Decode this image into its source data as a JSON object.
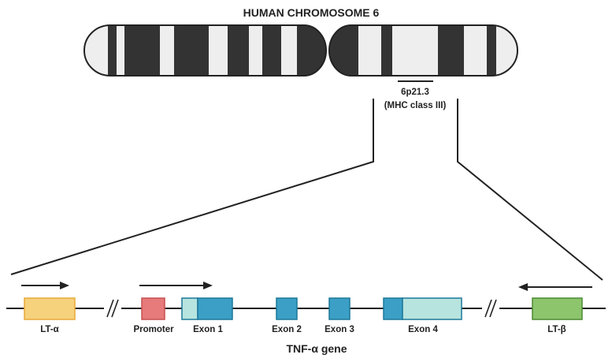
{
  "title": "HUMAN CHROMOSOME 6",
  "band": {
    "locus": "6p21.3",
    "region": "(MHC class III)"
  },
  "elements": {
    "lt_alpha": "LT-α",
    "promoter": "Promoter",
    "exon1": "Exon 1",
    "exon2": "Exon 2",
    "exon3": "Exon 3",
    "exon4": "Exon 4",
    "lt_beta": "LT-β"
  },
  "gene_label": "TNF-α gene",
  "break_symbol": "//",
  "colors": {
    "band_dark": "#333333",
    "band_light": "#eeeeee",
    "lt_alpha_fill": "#f6d27c",
    "lt_alpha_stroke": "#e9a93a",
    "promoter_fill": "#e77a7a",
    "promoter_stroke": "#c55050",
    "exon_fill": "#3b9fc6",
    "exon_stroke": "#1d7899",
    "utr_fill": "#b7e4df",
    "lt_beta_fill": "#8dc56d",
    "lt_beta_stroke": "#4c8a33"
  }
}
